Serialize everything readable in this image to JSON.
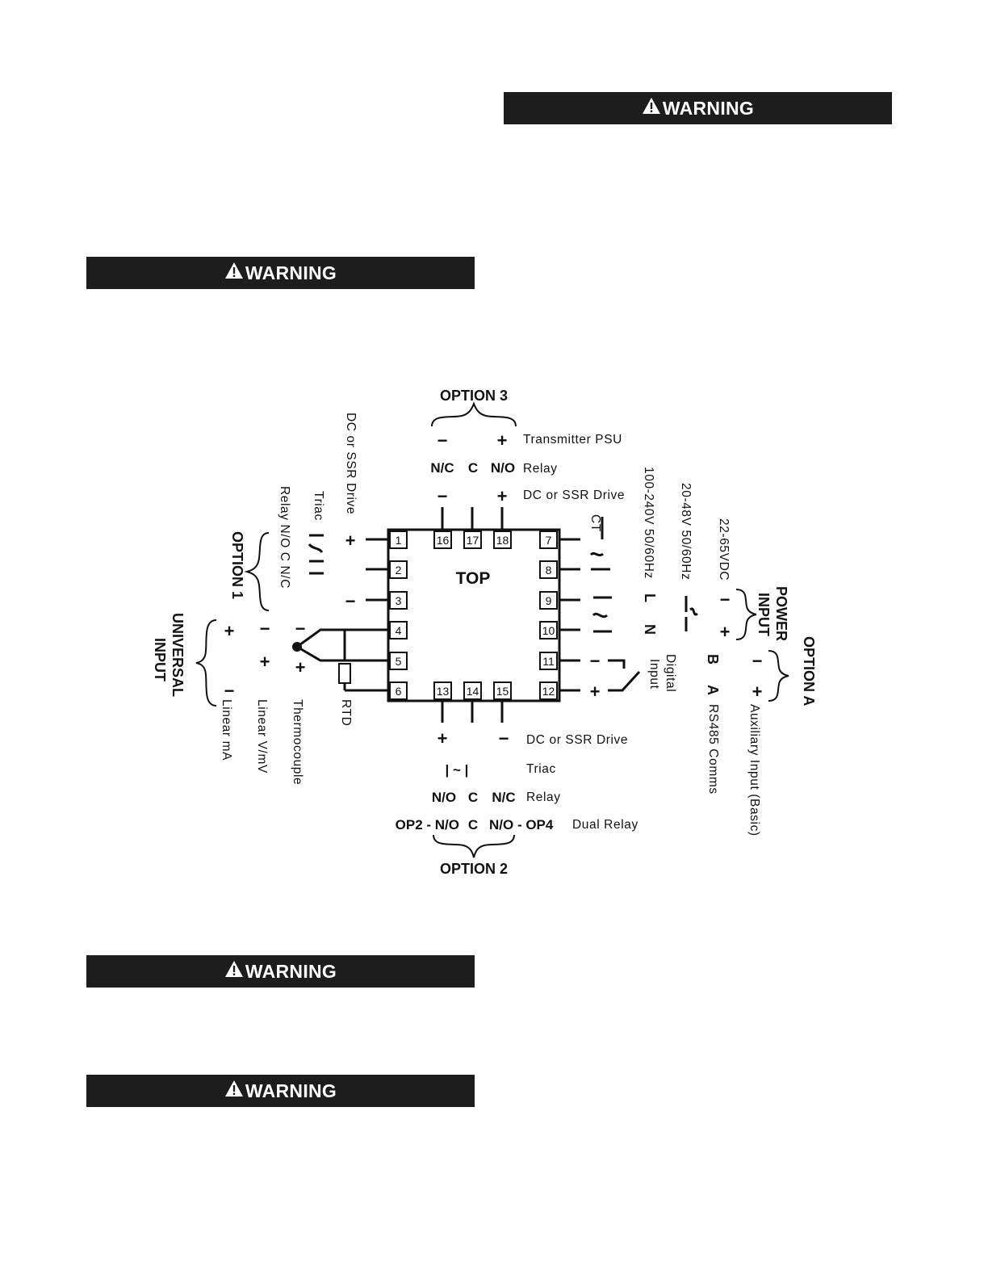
{
  "warnings": [
    "WARNING",
    "WARNING",
    "WARNING",
    "WARNING"
  ],
  "top_label": "TOP",
  "pins": [
    "1",
    "2",
    "3",
    "4",
    "5",
    "6",
    "7",
    "8",
    "9",
    "10",
    "11",
    "12",
    "13",
    "14",
    "15",
    "16",
    "17",
    "18"
  ],
  "option3": {
    "title": "OPTION 3",
    "psu": {
      "minus": "−",
      "plus": "+",
      "label": "Transmitter PSU"
    },
    "relay": {
      "nc": "N/C",
      "c": "C",
      "no": "N/O",
      "label": "Relay"
    },
    "dc": {
      "minus": "−",
      "plus": "+",
      "label": "DC or SSR Drive"
    }
  },
  "option2": {
    "title": "OPTION 2",
    "dc": {
      "plus": "+",
      "minus": "−",
      "label": "DC or SSR Drive"
    },
    "triac": {
      "sym": "| ~ |",
      "label": "Triac"
    },
    "relay": {
      "no": "N/O",
      "c": "C",
      "nc": "N/C",
      "label": "Relay"
    },
    "dual": {
      "left": "OP2 - N/O",
      "c": "C",
      "right": "N/O - OP4",
      "label": "Dual Relay"
    }
  },
  "option1": {
    "title": "OPTION 1",
    "dc_label": "DC or SSR Drive",
    "triac_label": "Triac",
    "relay_label": "Relay N/O  C  N/C",
    "plus": "+",
    "minus": "−"
  },
  "universal": {
    "title1": "UNIVERSAL",
    "title2": "INPUT",
    "rtd": "RTD",
    "thermocouple": "Thermocouple",
    "linear_v": "Linear V/mV",
    "linear_ma": "Linear mA",
    "plus": "+",
    "minus": "−"
  },
  "power": {
    "title1": "POWER",
    "title2": "INPUT",
    "ac1": "100-240V 50/60Hz",
    "ac2": "20-48V 50/60Hz",
    "dc": "22-65VDC",
    "ct": "CT",
    "l": "L",
    "n": "N",
    "plus": "+",
    "minus": "−"
  },
  "optionA": {
    "title": "OPTION A",
    "digital1": "Digital",
    "digital2": "Input",
    "b": "B",
    "a": "A",
    "rs485": "RS485 Comms",
    "aux": "Auxiliary Input (Basic)",
    "plus": "+",
    "minus": "−"
  }
}
